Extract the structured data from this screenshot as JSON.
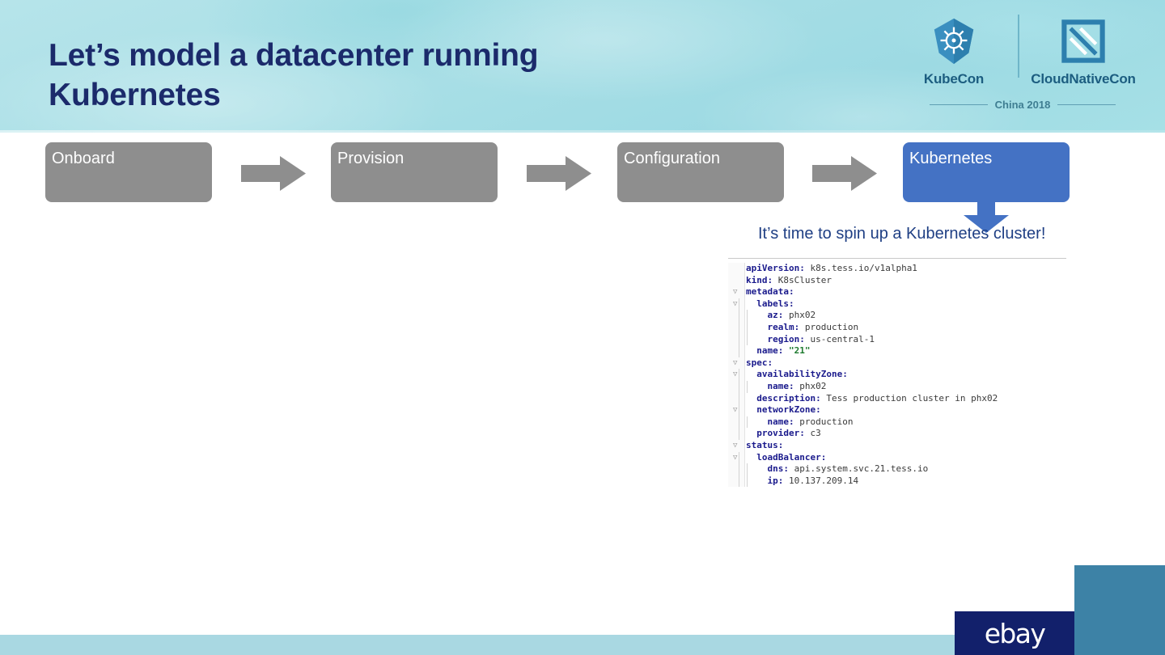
{
  "header": {
    "title": "Let’s model a datacenter running Kubernetes",
    "brand_color": "#1b2a6b",
    "band_color": "#a9dfe6",
    "logos": {
      "kubecon_label": "KubeCon",
      "cloudnativecon_label": "CloudNativeCon",
      "edition_label": "China 2018",
      "logo_text_color": "#1c5d80"
    }
  },
  "flow": {
    "steps": [
      {
        "label": "Onboard",
        "color": "#8e8e8e"
      },
      {
        "label": "Provision",
        "color": "#8e8e8e"
      },
      {
        "label": "Configuration",
        "color": "#8e8e8e"
      },
      {
        "label": "Kubernetes",
        "color": "#4472c4"
      }
    ],
    "arrow_color": "#8e8e8e",
    "down_arrow_color": "#4472c4"
  },
  "caption": {
    "text": "It’s time to spin up a Kubernetes cluster!",
    "color": "#1f3f84"
  },
  "code": {
    "language": "yaml",
    "lines": [
      {
        "indent": 0,
        "key": "apiVersion",
        "sep": ":",
        "value": " k8s.tess.io/v1alpha1",
        "value_type": "plain"
      },
      {
        "indent": 0,
        "key": "kind",
        "sep": ":",
        "value": " K8sCluster",
        "value_type": "plain"
      },
      {
        "indent": 0,
        "key": "metadata",
        "sep": ":",
        "value": "",
        "value_type": "plain"
      },
      {
        "indent": 1,
        "key": "labels",
        "sep": ":",
        "value": "",
        "value_type": "plain"
      },
      {
        "indent": 2,
        "key": "az",
        "sep": ":",
        "value": " phx02",
        "value_type": "plain"
      },
      {
        "indent": 2,
        "key": "realm",
        "sep": ":",
        "value": " production",
        "value_type": "plain"
      },
      {
        "indent": 2,
        "key": "region",
        "sep": ":",
        "value": " us-central-1",
        "value_type": "plain"
      },
      {
        "indent": 1,
        "key": "name",
        "sep": ":",
        "value": " \"21\"",
        "value_type": "string"
      },
      {
        "indent": 0,
        "key": "spec",
        "sep": ":",
        "value": "",
        "value_type": "plain"
      },
      {
        "indent": 1,
        "key": "availabilityZone",
        "sep": ":",
        "value": "",
        "value_type": "plain"
      },
      {
        "indent": 2,
        "key": "name",
        "sep": ":",
        "value": " phx02",
        "value_type": "plain"
      },
      {
        "indent": 1,
        "key": "description",
        "sep": ":",
        "value": " Tess production cluster in phx02",
        "value_type": "plain"
      },
      {
        "indent": 1,
        "key": "networkZone",
        "sep": ":",
        "value": "",
        "value_type": "plain"
      },
      {
        "indent": 2,
        "key": "name",
        "sep": ":",
        "value": " production",
        "value_type": "plain"
      },
      {
        "indent": 1,
        "key": "provider",
        "sep": ":",
        "value": " c3",
        "value_type": "plain"
      },
      {
        "indent": 0,
        "key": "status",
        "sep": ":",
        "value": "",
        "value_type": "plain"
      },
      {
        "indent": 1,
        "key": "loadBalancer",
        "sep": ":",
        "value": "",
        "value_type": "plain"
      },
      {
        "indent": 2,
        "key": "dns",
        "sep": ":",
        "value": " api.system.svc.21.tess.io",
        "value_type": "plain"
      },
      {
        "indent": 2,
        "key": "ip",
        "sep": ":",
        "value": " 10.137.209.14",
        "value_type": "plain"
      }
    ],
    "key_color": "#1a1a8c",
    "value_color": "#3a3a3a",
    "string_color": "#1d7a2e"
  },
  "footer": {
    "ebay_label": "ebay",
    "ebay_bg": "#12206b",
    "teal_bg": "#3d82a6",
    "strip_bg": "#a9d8e2"
  }
}
